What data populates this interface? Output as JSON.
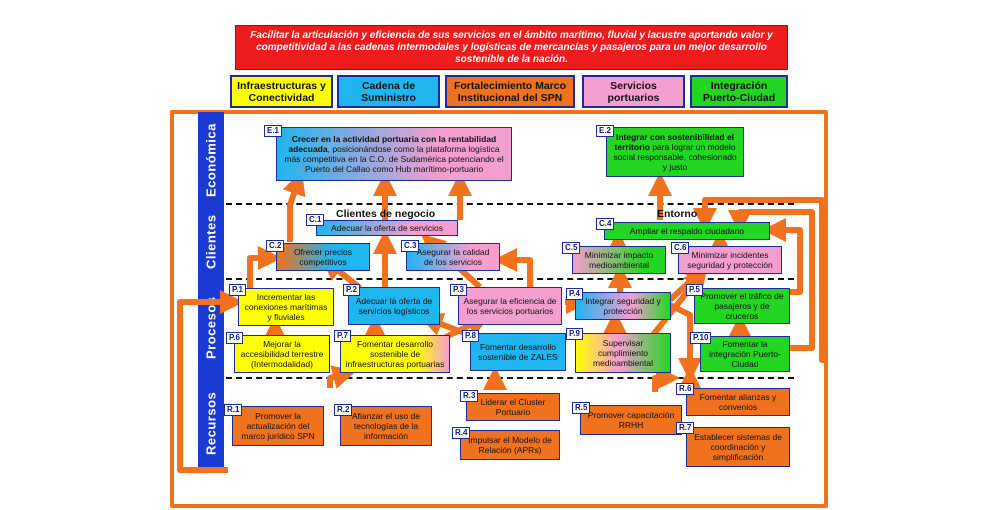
{
  "title": "Facilitar la articulación y eficiencia de sus servicios en el ámbito marítimo, fluvial y lacustre aportando valor y competitividad a las cadenas intermodales y logísticas de mercancías y pasajeros para un mejor desarrollo sostenible de la nación.",
  "headers": [
    {
      "label": "Infraestructuras y Conectividad",
      "color": "#ffff00"
    },
    {
      "label": "Cadena de Suministro",
      "color": "#1fb5ee"
    },
    {
      "label": "Fortalecimiento Marco Institucional del SPN",
      "color": "#f0711e"
    },
    {
      "label": "Servicios portuarios",
      "color": "#f59ed0"
    },
    {
      "label": "Integración Puerto-Ciudad",
      "color": "#22d622"
    }
  ],
  "perspectives": {
    "economica": "Económica",
    "clientes": "Clientes",
    "procesos": "Procesos",
    "recursos": "Recursos"
  },
  "section_labels": {
    "clientes_negocio": "Clientes de negocio",
    "entorno": "Entorno"
  },
  "colors": {
    "sidebar": "#1a3bd1",
    "title_bg": "#ee1c1c",
    "arrow": "#f0711e",
    "border": "#1c2b99"
  },
  "objectives": {
    "e1": {
      "code": "E.1",
      "bold": "Crecer en la actividad portuaria con la rentabilidad adecuada",
      "text": ", posicionándose como la plataforma logística más competitiva en la C.O. de Sudamérica potenciando el Puerto del Callao como Hub marítimo-portuario"
    },
    "e2": {
      "code": "E.2",
      "bold": "Integrar con sostenibilidad el territorio",
      "text": " para lograr un modelo social responsable, cohesionado y justo"
    },
    "c1": {
      "code": "C.1",
      "text": "Adecuar la oferta de servicios"
    },
    "c2": {
      "code": "C.2",
      "text": "Ofrecer precios competitivos"
    },
    "c3": {
      "code": "C.3",
      "text": "Asegurar la calidad de los servicios"
    },
    "c4": {
      "code": "C.4",
      "text": "Ampliar el respaldo ciudadano"
    },
    "c5": {
      "code": "C.5",
      "text": "Minimizar impacto medioambiental"
    },
    "c6": {
      "code": "C.6",
      "text": "Minimizar incidentes seguridad y protección"
    },
    "p1": {
      "code": "P.1",
      "text": "Incrementar las conexiones marítimas y fluviales"
    },
    "p2": {
      "code": "P.2",
      "text": "Adecuar la oferta de servicios logísticos"
    },
    "p3": {
      "code": "P.3",
      "text": "Asegurar la eficiencia de los servicios portuarios"
    },
    "p4": {
      "code": "P.4",
      "text": "Integrar seguridad y protección"
    },
    "p5": {
      "code": "P.5",
      "text": "Promover el tráfico de pasajeros y de cruceros"
    },
    "p6": {
      "code": "P.6",
      "text": "Mejorar la accesibilidad terrestre (Intermodalidad)"
    },
    "p7": {
      "code": "P.7",
      "text": "Fomentar desarrollo sostenible de infraestructuras portuarias"
    },
    "p8": {
      "code": "P.8",
      "text": "Fomentar desarrollo sostenible de ZALES"
    },
    "p9": {
      "code": "P.9",
      "text": "Supervisar cumplimiento medioambiental"
    },
    "p10": {
      "code": "P.10",
      "text": "Fomentar la integración Puerto-Ciudad"
    },
    "r1": {
      "code": "R.1",
      "text": "Promover la actualización del marco jurídico SPN"
    },
    "r2": {
      "code": "R.2",
      "text": "Afianzar el uso de tecnologías de la información"
    },
    "r3": {
      "code": "R.3",
      "text": "Liderar el Cluster Portuario"
    },
    "r4": {
      "code": "R.4",
      "text": "Impulsar el Modelo de Relación (APRs)"
    },
    "r5": {
      "code": "R.5",
      "text": "Promover capacitación RRHH"
    },
    "r6": {
      "code": "R.6",
      "text": "Fomentar alianzas y convenios"
    },
    "r7": {
      "code": "R.7",
      "text": "Establecer sistemas de coordinación y simplificación"
    }
  }
}
